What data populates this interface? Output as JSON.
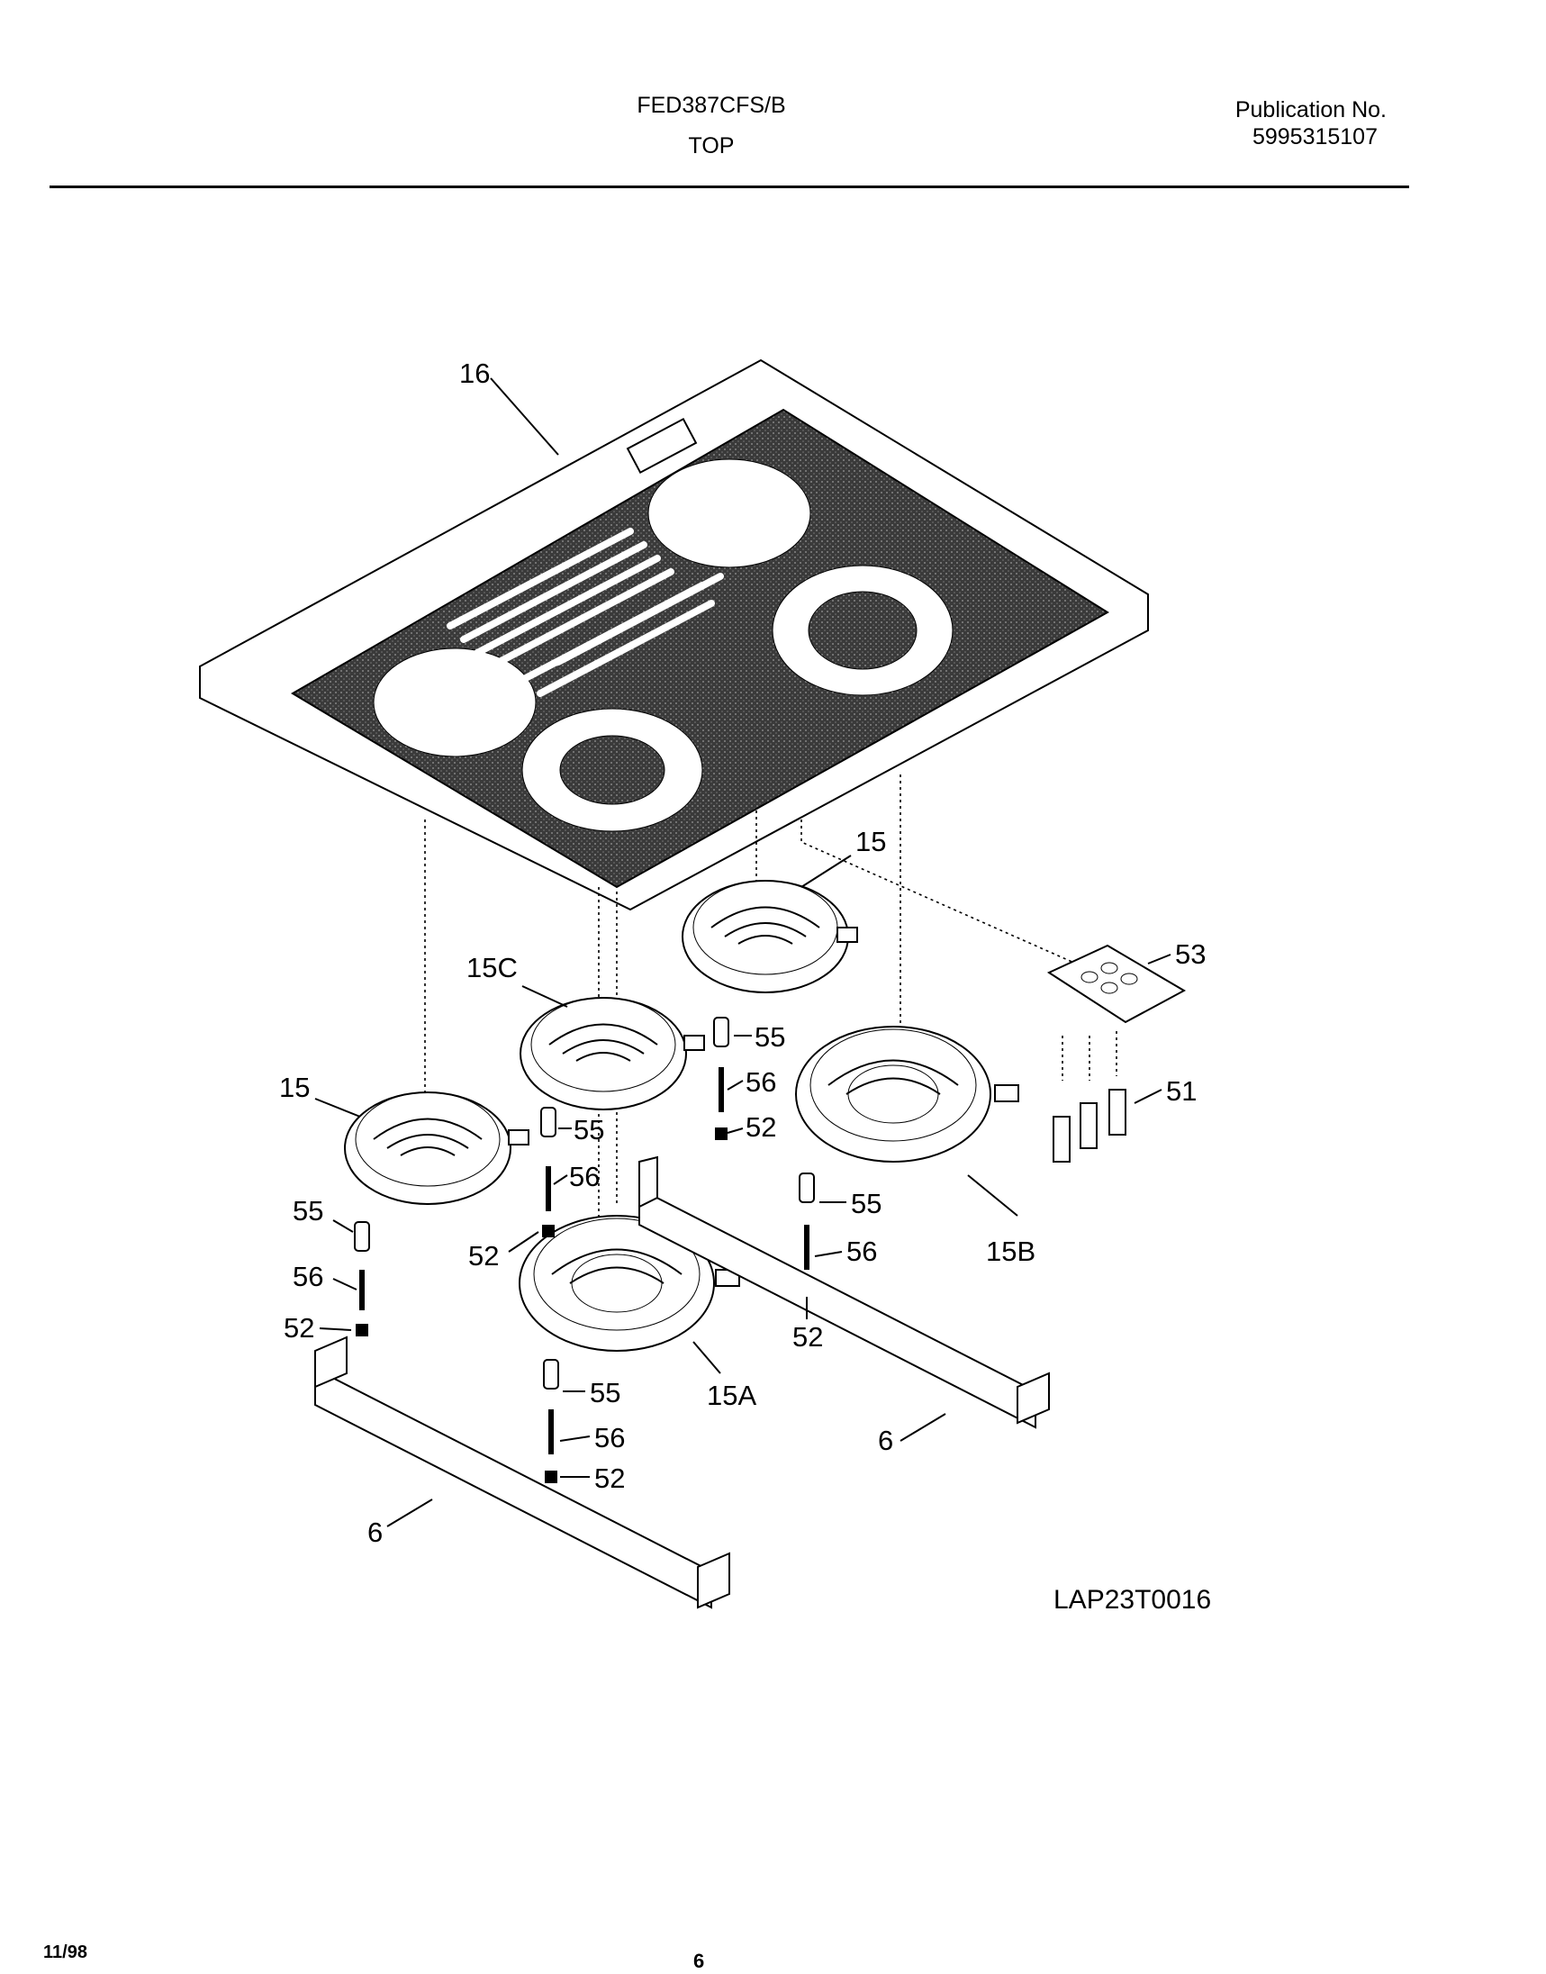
{
  "header": {
    "model": "FED387CFS/B",
    "section": "TOP",
    "publication_label": "Publication No.",
    "publication_number": "5995315107"
  },
  "callouts": {
    "c16": "16",
    "c15_top": "15",
    "c15c": "15C",
    "c55_a": "55",
    "c56_a": "56",
    "c52_a": "52",
    "c53": "53",
    "c15_left": "15",
    "c55_b": "55",
    "c56_b": "56",
    "c51": "51",
    "c55_c": "55",
    "c52_b": "52",
    "c56_c": "56",
    "c52_c": "52",
    "c55_d": "55",
    "c56_d": "56",
    "c15b": "15B",
    "c52_d": "52",
    "c15a": "15A",
    "c55_e": "55",
    "c6_right": "6",
    "c56_e": "56",
    "c52_e": "52",
    "c6_left": "6"
  },
  "image_code": "LAP23T0016",
  "footer": {
    "date": "11/98",
    "page": "6"
  }
}
